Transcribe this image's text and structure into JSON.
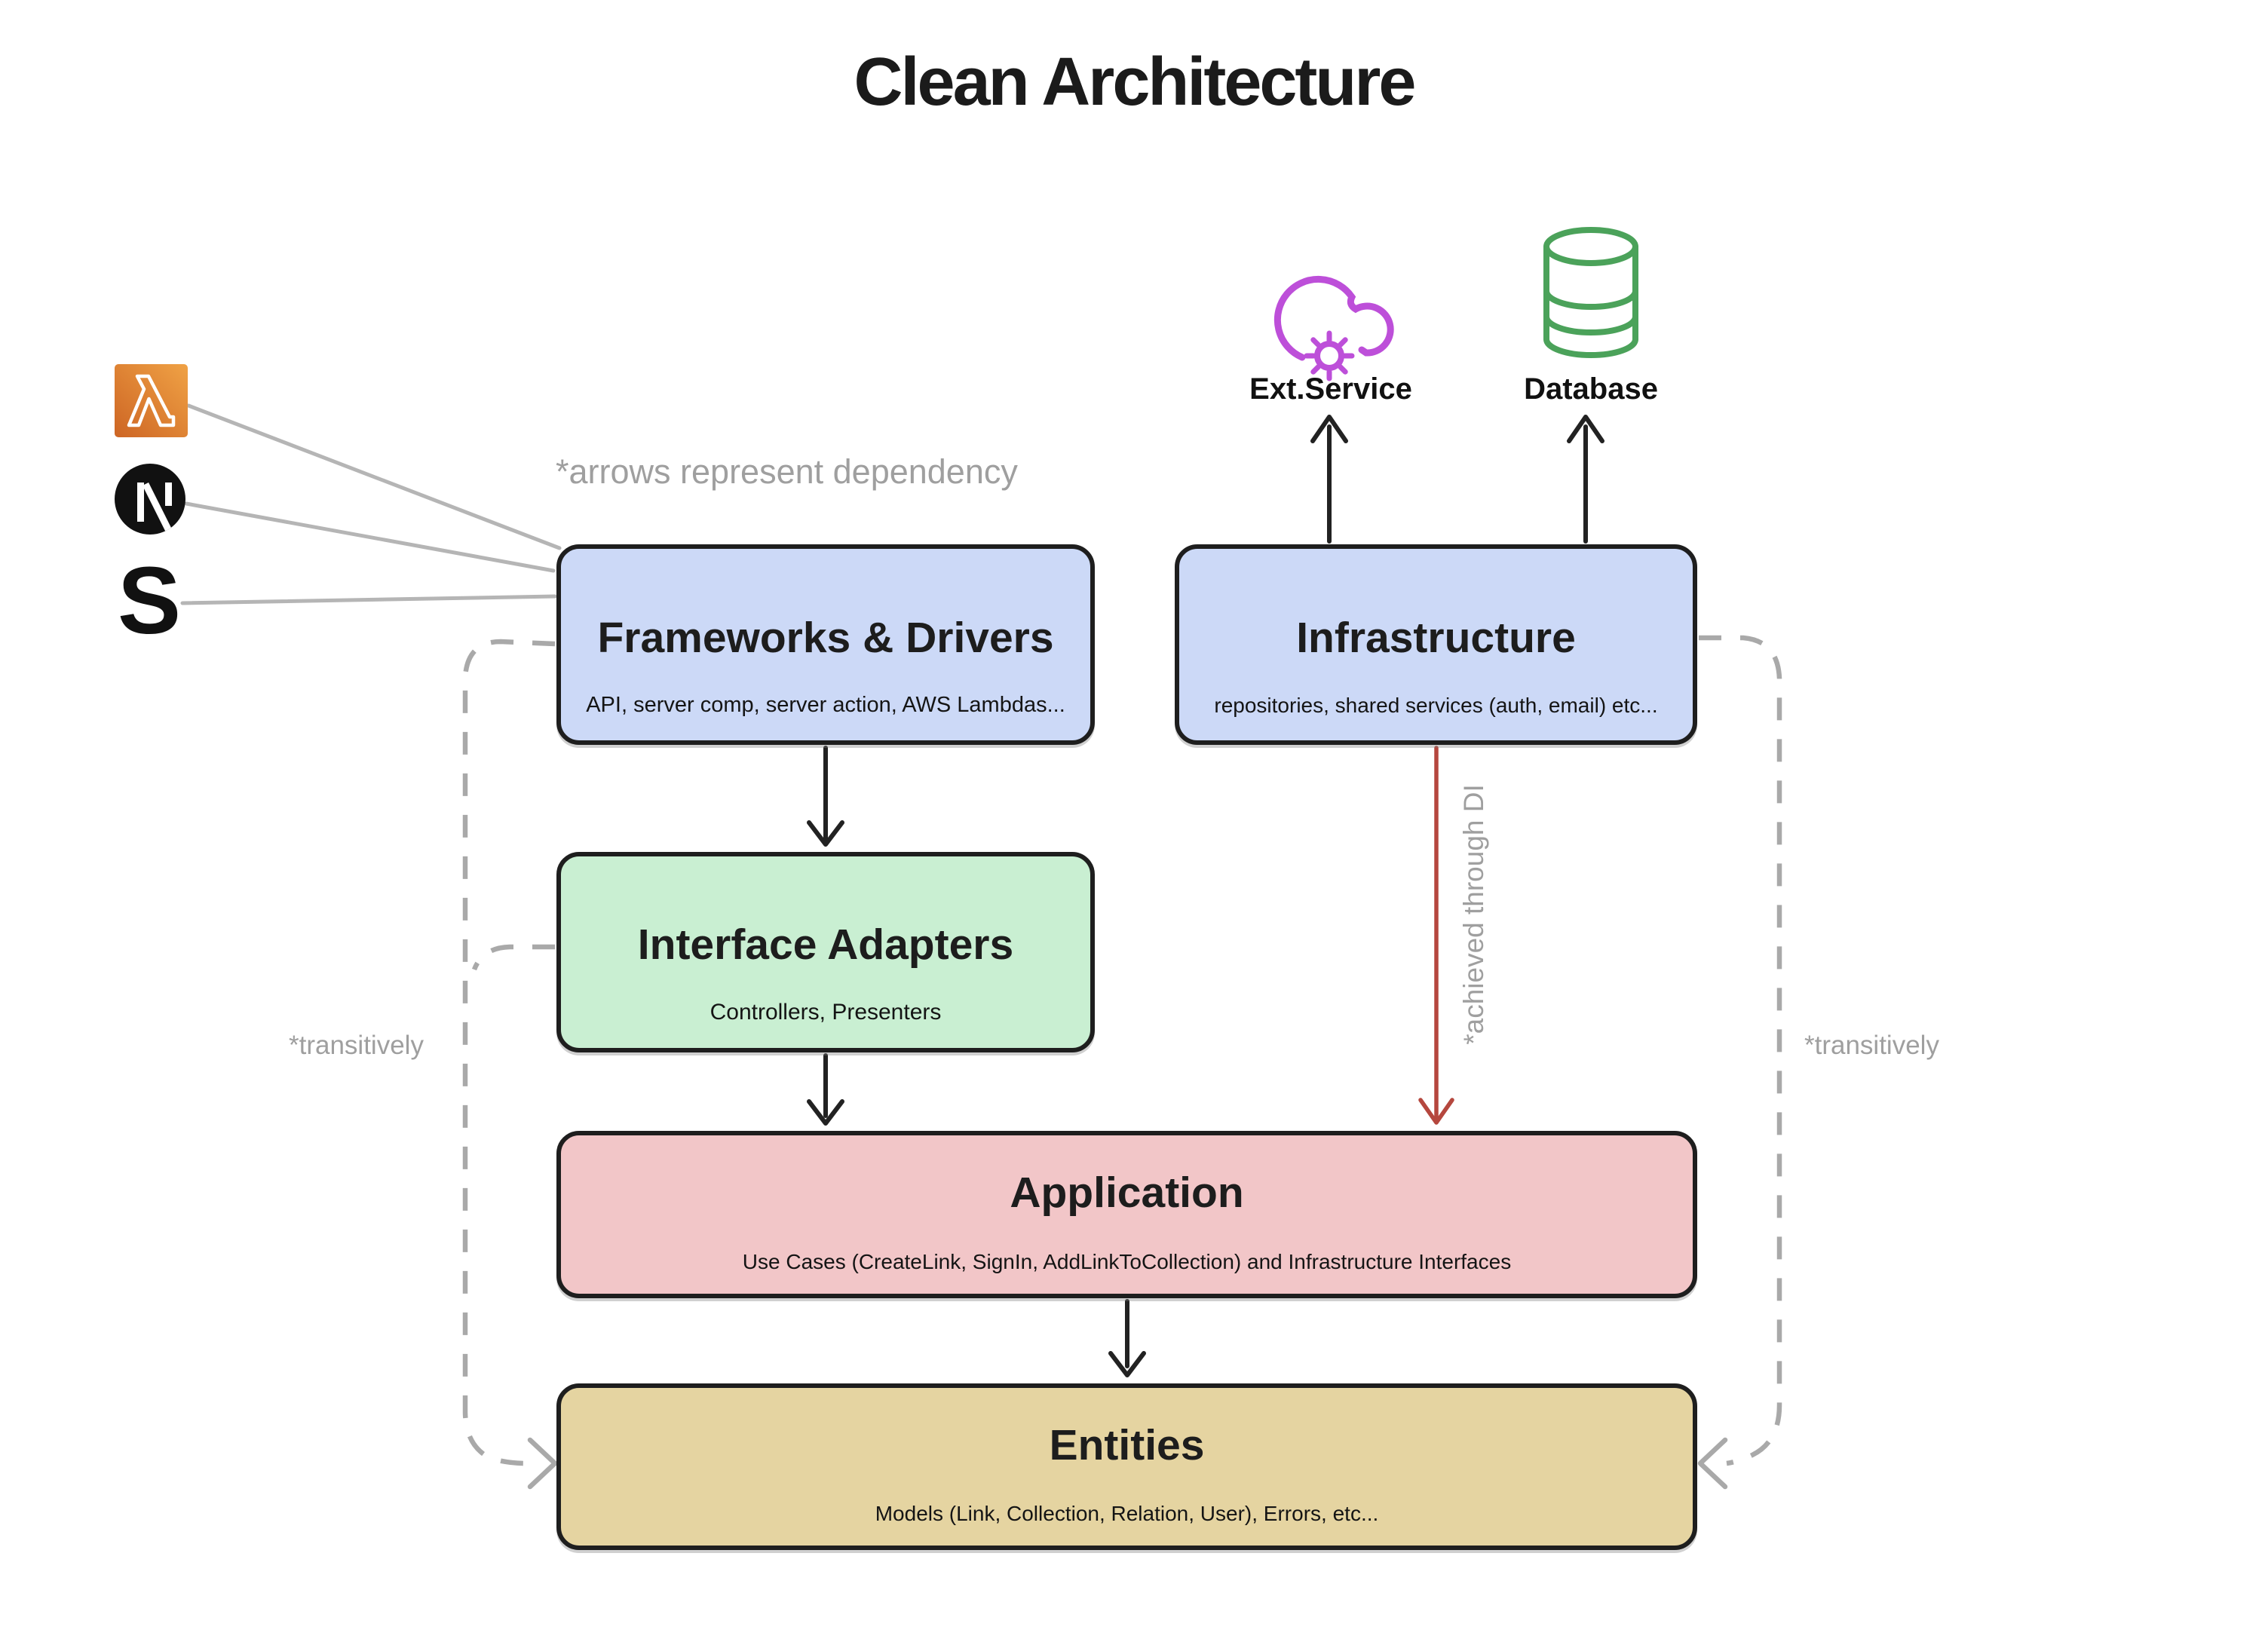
{
  "title": "Clean Architecture",
  "annotations": {
    "arrows_note": "*arrows represent dependency",
    "transitively_left": "*transitively",
    "transitively_right": "*transitively",
    "achieved_di": "*achieved through DI"
  },
  "external": {
    "ext_service": {
      "label": "Ext.Service",
      "color": "#bd4fd9"
    },
    "database": {
      "label": "Database",
      "color": "#4ba25a"
    }
  },
  "tech_icons": [
    {
      "name": "aws-lambda",
      "color": "#e0831f"
    },
    {
      "name": "nextjs-logo",
      "letter": "N",
      "color": "#111111"
    },
    {
      "name": "s-logo",
      "letter": "S",
      "color": "#111111"
    }
  ],
  "layers": {
    "frameworks": {
      "title": "Frameworks & Drivers",
      "subtitle": "API, server comp, server action, AWS Lambdas...",
      "fill": "#ccd9f7"
    },
    "infrastructure": {
      "title": "Infrastructure",
      "subtitle": "repositories, shared services (auth, email) etc...",
      "fill": "#ccd9f7"
    },
    "interface_adapters": {
      "title": "Interface Adapters",
      "subtitle": "Controllers, Presenters",
      "fill": "#c9efd2"
    },
    "application": {
      "title": "Application",
      "subtitle": "Use Cases (CreateLink, SignIn, AddLinkToCollection) and Infrastructure Interfaces",
      "fill": "#f2c6c8"
    },
    "entities": {
      "title": "Entities",
      "subtitle": "Models (Link, Collection, Relation, User), Errors, etc...",
      "fill": "#e5d4a1"
    }
  },
  "colors": {
    "dependency_arrow": "#222222",
    "di_arrow": "#b5473e",
    "note_gray": "#9f9f9f",
    "line_gray": "#b5b5b5",
    "dashed_gray": "#a9a9a9",
    "box_border": "#1e1e1e"
  }
}
